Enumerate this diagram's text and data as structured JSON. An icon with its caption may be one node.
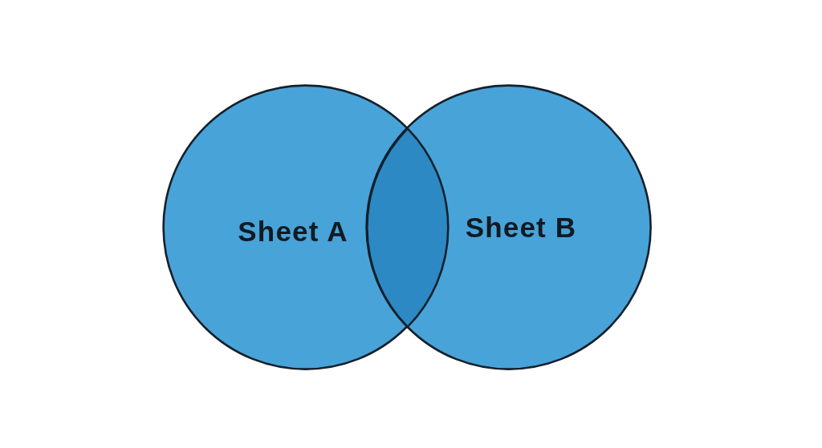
{
  "diagram": {
    "nodes": [
      {
        "text": [
          "Sheet A"
        ]
      },
      {
        "text": [
          "Sheet B"
        ]
      },
      {
        "text": [],
        "shape": "lens"
      }
    ]
  }
}
